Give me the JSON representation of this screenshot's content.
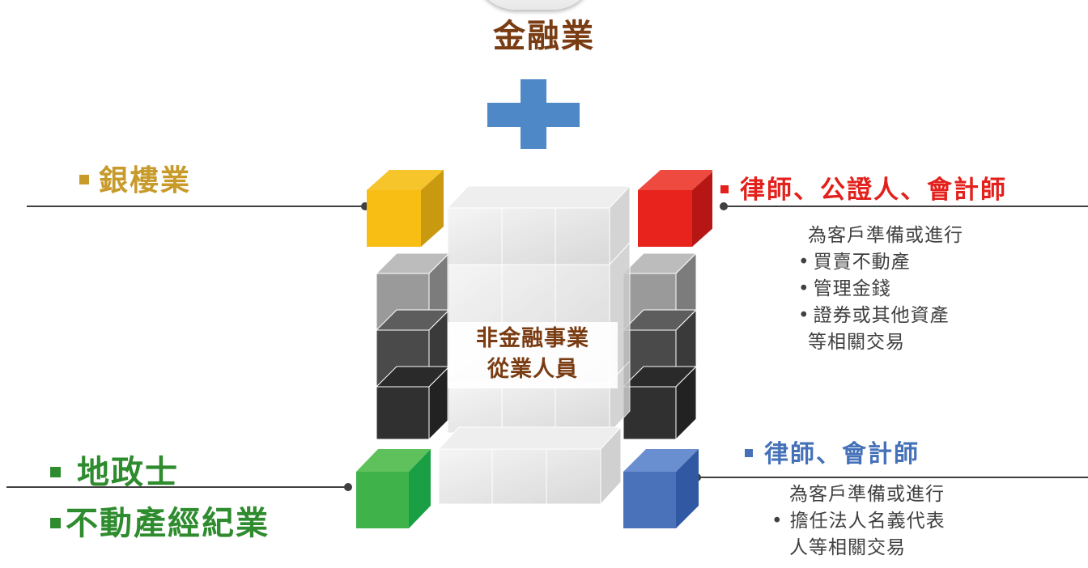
{
  "header": {
    "title": "金融業"
  },
  "center": {
    "line1": "非金融事業",
    "line2": "從業人員"
  },
  "sections": {
    "jewelry": {
      "label": "銀樓業",
      "color": "#c79a2a"
    },
    "land": {
      "label1": "地政士",
      "label2": "不動產經紀業",
      "color": "#2e8b2e"
    },
    "lawyers": {
      "label": "律師、公證人、會計師",
      "color": "#e3201b",
      "intro": "為客戶準備或進行",
      "items": [
        "買賣不動產",
        "管理金錢",
        "證券或其他資產"
      ],
      "tail": "等相關交易"
    },
    "lawyers2": {
      "label": "律師、會計師",
      "color": "#4471b8",
      "intro": "為客戶準備或進行",
      "item1": "擔任法人名義代表",
      "item1_cont": "人等相關交易"
    }
  },
  "icons": {
    "plus": "plus-icon",
    "cube": "cube-icon"
  },
  "cube_colors": {
    "yellow": "#f8c11a",
    "red": "#e82a24",
    "green": "#3fb34a",
    "blue": "#4a72bb",
    "gray": "#9c9c9c",
    "dark": "#2e2e2e"
  }
}
